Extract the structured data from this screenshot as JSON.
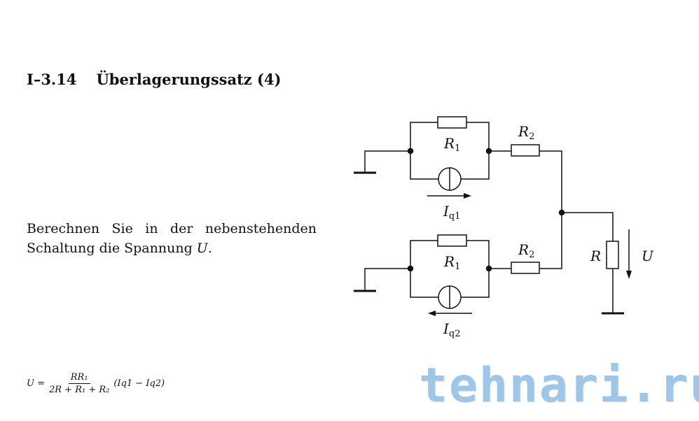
{
  "title": {
    "number": "I–3.14",
    "text": "Überlagerungssatz (4)"
  },
  "task": {
    "text_before": "Berechnen Sie in der nebenstehenden Schaltung die Spannung ",
    "variable": "U",
    "text_after": "."
  },
  "formula": {
    "lhs": "U =",
    "numerator": "RR₁",
    "denominator": "2R + R₁ + R₂",
    "factor": "(Iq1 − Iq2)"
  },
  "circuit": {
    "r1_top": {
      "main": "R",
      "sub": "1"
    },
    "r1_bottom": {
      "main": "R",
      "sub": "1"
    },
    "r2_top": {
      "main": "R",
      "sub": "2"
    },
    "r2_bottom": {
      "main": "R",
      "sub": "2"
    },
    "iq1": {
      "main": "I",
      "sub": "q1"
    },
    "iq2": {
      "main": "I",
      "sub": "q2"
    },
    "r_load": "R",
    "u_label": "U"
  },
  "watermark": "tehnari.ru"
}
